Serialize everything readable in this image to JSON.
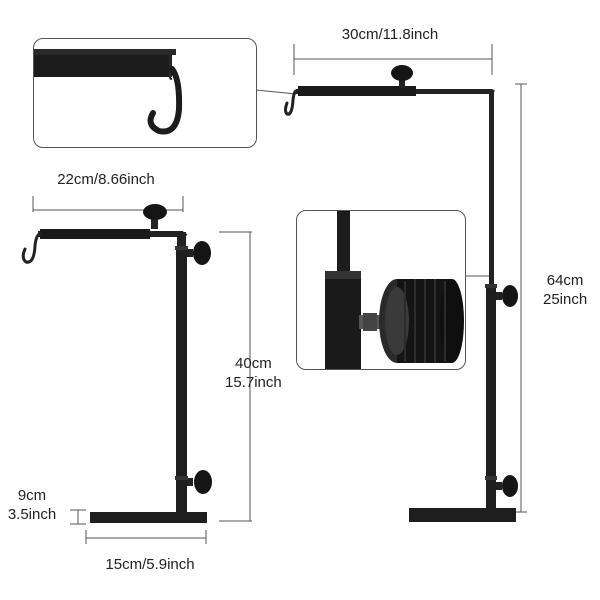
{
  "dimensions": {
    "top_width": "30cm/11.8inch",
    "left_top_width": "22cm/8.66inch",
    "tall_height": {
      "cm": "64cm",
      "inch": "25inch"
    },
    "short_height": {
      "cm": "40cm",
      "inch": "15.7inch"
    },
    "base_height": {
      "cm": "9cm",
      "inch": "3.5inch"
    },
    "base_width": "15cm/5.9inch"
  },
  "insets": [
    {
      "name": "hook-detail",
      "depicts": "hook-icon"
    },
    {
      "name": "knob-detail",
      "depicts": "knob-icon"
    }
  ],
  "colors": {
    "metal": "#1e1e1e",
    "dimension_line": "#555555",
    "text": "#222222"
  }
}
